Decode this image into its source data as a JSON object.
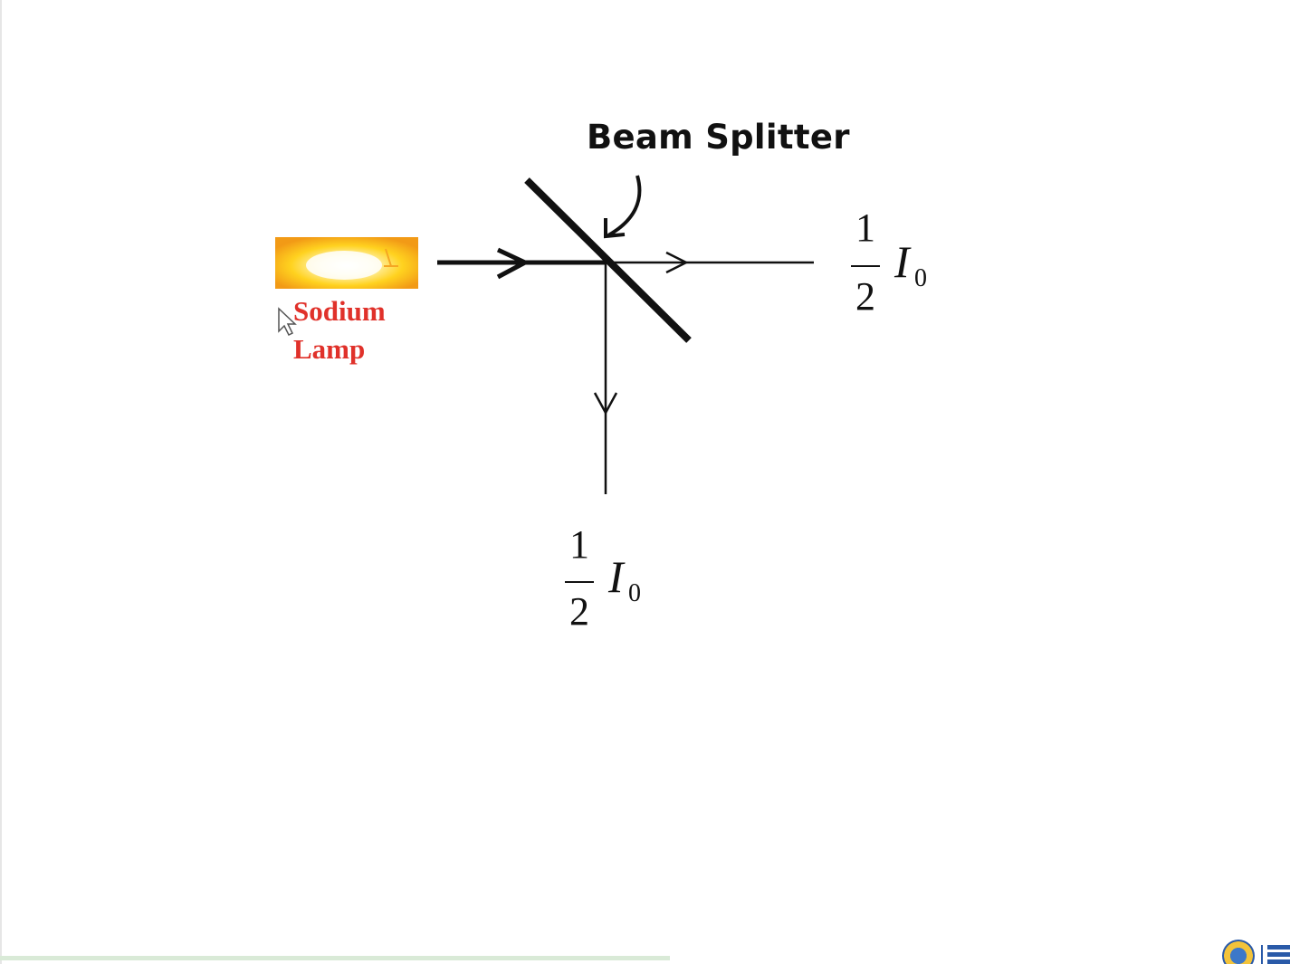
{
  "diagram": {
    "title": "Beam Splitter",
    "source": {
      "label_line1": "Sodium",
      "label_line2": "Lamp"
    },
    "outputs": {
      "transmitted": {
        "numerator": "1",
        "denominator": "2",
        "symbol": "I",
        "subscript": "0"
      },
      "reflected": {
        "numerator": "1",
        "denominator": "2",
        "symbol": "I",
        "subscript": "0"
      }
    },
    "colors": {
      "lamp_label": "#e0312a",
      "lines": "#111111",
      "lamp_glow": "#ffd21f"
    }
  }
}
